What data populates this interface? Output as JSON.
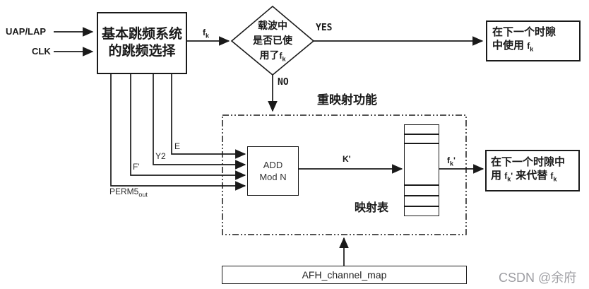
{
  "colors": {
    "line": "#1a1a1a",
    "watermark_gray": "#9e9ea3"
  },
  "io": {
    "uap_lap": "UAP/LAP",
    "clk": "CLK"
  },
  "hop_box": {
    "line1": "基本跳频系统",
    "line2": "的跳频选择"
  },
  "fk": {
    "base": "f",
    "sub": "k"
  },
  "fk_prime": {
    "base": "f",
    "sub": "k",
    "prime": "'"
  },
  "decision": {
    "line1": "载波中",
    "line2": "是否已使",
    "line3_prefix": "用了"
  },
  "branch": {
    "yes": "YES",
    "no": "NO"
  },
  "use_box": {
    "line1": "在下一个时隙",
    "line2_prefix": "中使用"
  },
  "remap": {
    "title": "重映射功能",
    "add_line1": "ADD",
    "add_line2": "Mod N",
    "table_label": "映射表"
  },
  "signals": {
    "e": "E",
    "y2": "Y2",
    "f_prime": "F'",
    "perm5_base": "PERM5",
    "perm5_sub": "out",
    "k_prime": "K'"
  },
  "replace_box": {
    "line1": "在下一个时隙中",
    "line2_prefix": "用",
    "line2_mid": "来代替"
  },
  "afh_box": {
    "label": "AFH_channel_map"
  },
  "watermark": {
    "text": "CSDN @余府"
  }
}
